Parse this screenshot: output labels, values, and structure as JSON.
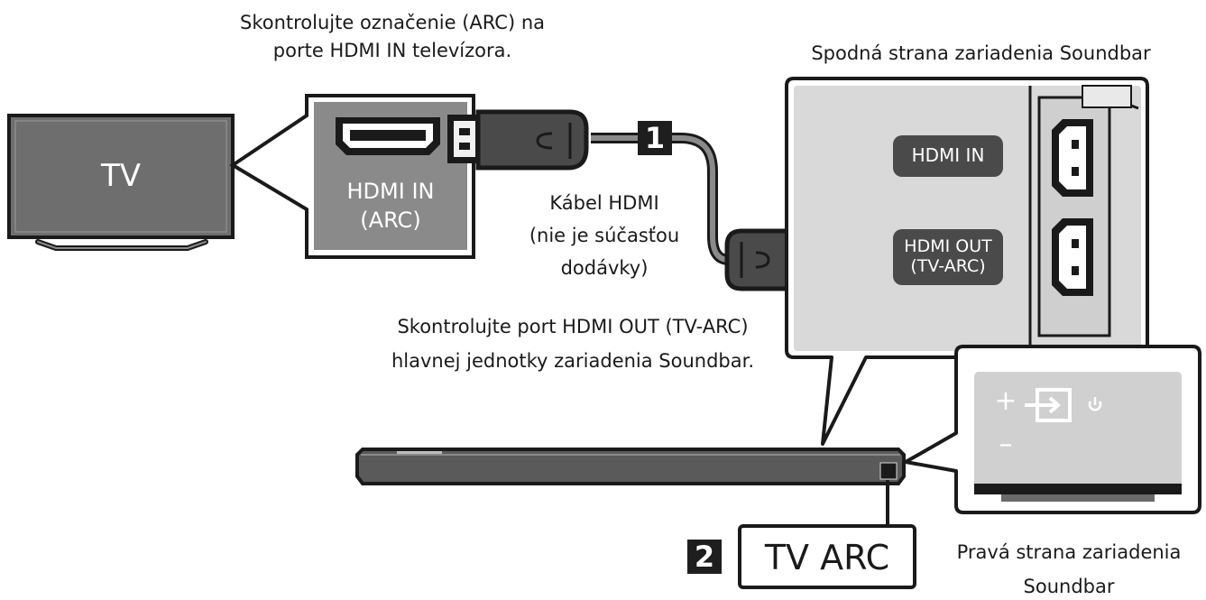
{
  "captions": {
    "tv_port_note": [
      "Skontrolujte označenie (ARC) na",
      "porte HDMI IN televízora."
    ],
    "soundbar_bottom": "Spodná strana zariadenia Soundbar",
    "cable": [
      "Kábel HDMI",
      "(nie je súčasťou",
      "dodávky)"
    ],
    "soundbar_port_note": [
      "Skontrolujte port HDMI OUT (TV-ARC)",
      "hlavnej jednotky zariadenia Soundbar."
    ],
    "soundbar_right_side": [
      "Pravá strana zariadenia",
      "Soundbar"
    ]
  },
  "labels": {
    "tv": "TV",
    "tv_port": [
      "HDMI IN",
      "(ARC)"
    ],
    "soundbar_hdmi_in": "HDMI IN",
    "soundbar_hdmi_out": [
      "HDMI OUT",
      "(TV-ARC)"
    ],
    "tv_arc": "TV ARC",
    "plus": "+",
    "minus": "–"
  },
  "steps": [
    "1",
    "2"
  ],
  "colors": {
    "outline": "#1a1a1a",
    "tv_screen": "#6e6e6e",
    "tv_panel": "#8a8a8a",
    "soundbar_panel": "#d9d9d9",
    "label_badge": "#4a4a4a",
    "soundbar_body": "#5a5a5a"
  },
  "icons": [
    "hdmi-plug-icon",
    "hdmi-port-icon",
    "source-input-icon",
    "power-icon"
  ]
}
